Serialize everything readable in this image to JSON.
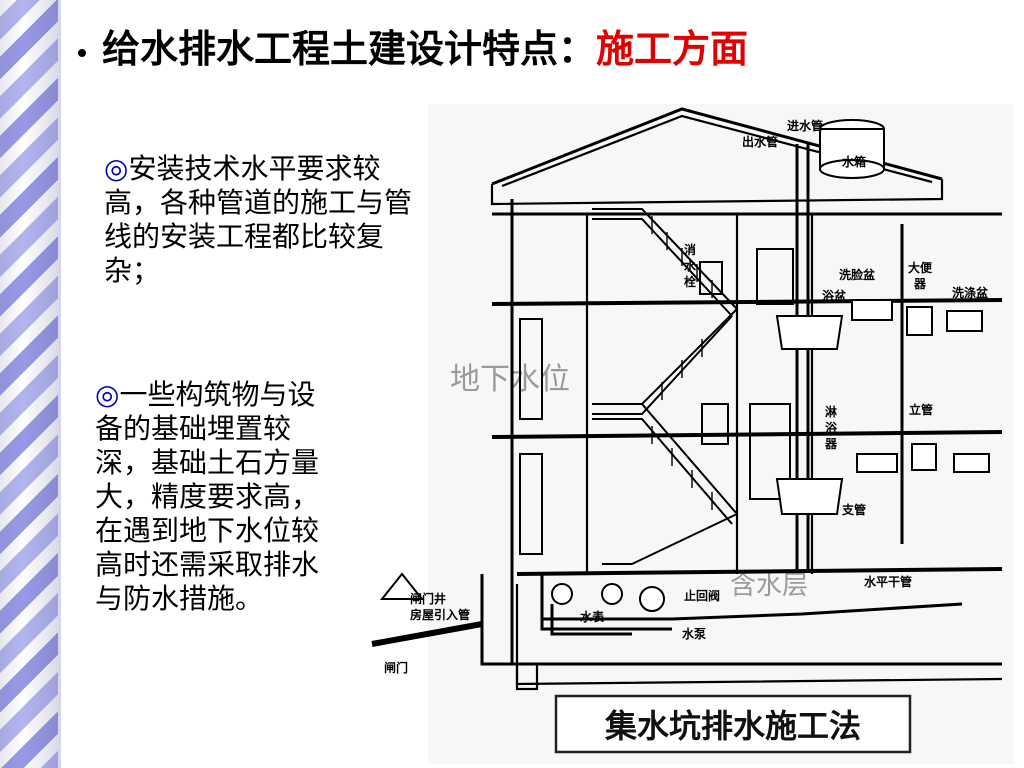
{
  "slide": {
    "title_prefix": "给水排水工程土建设计特点：",
    "title_accent": "施工方面",
    "accent_color": "#e00000",
    "bullet_mark": "◎"
  },
  "points": [
    {
      "text": "安装技术水平要求较高，各种管道的施工与管线的安装工程都比较复杂；"
    },
    {
      "text": "一些构筑物与设备的基础埋置较深，基础土石方量大，精度要求高，在遇到地下水位较高时还需采取排水与防水措施。"
    }
  ],
  "figure": {
    "labels": {
      "inlet_pipe": "进水管",
      "outlet_pipe": "出水管",
      "water_tank": "水箱",
      "hydrant_1": "消",
      "hydrant_2": "水",
      "hydrant_3": "栓",
      "washbasin": "洗脸盆",
      "toilet_1": "大便",
      "toilet_2": "器",
      "bathtub": "浴盆",
      "sink": "洗涤盆",
      "riser": "立管",
      "shower_1": "淋",
      "shower_2": "浴",
      "shower_3": "器",
      "branch_pipe": "支管",
      "horizontal_main": "水平干管",
      "check_valve": "止回阀",
      "water_meter": "水表",
      "pump": "水泵",
      "gate_well": "闸门井",
      "house_inlet": "房屋引入管",
      "gate": "闸门"
    },
    "watermark_texts": {
      "groundwater": "地下水位",
      "aquifer": "含水层"
    },
    "caption": "集水坑排水施工法"
  }
}
